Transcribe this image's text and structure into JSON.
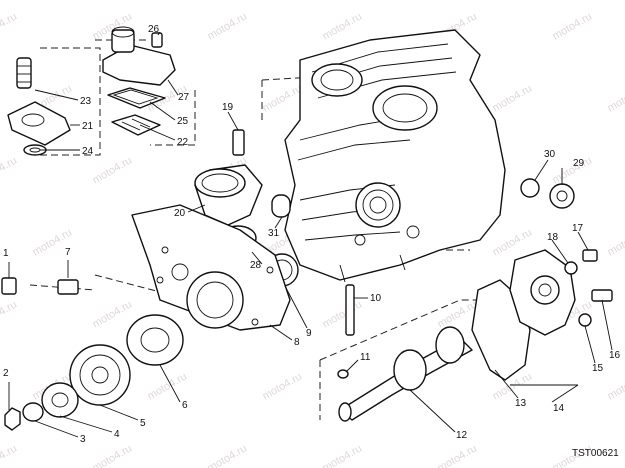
{
  "watermark_text": "moto4.ru",
  "drawing_code": "TST00621",
  "callouts": [
    "1",
    "2",
    "3",
    "4",
    "5",
    "6",
    "7",
    "8",
    "9",
    "10",
    "11",
    "12",
    "13",
    "14",
    "15",
    "16",
    "17",
    "18",
    "19",
    "20",
    "21",
    "22",
    "23",
    "24",
    "25",
    "26",
    "27",
    "28",
    "29",
    "30",
    "31"
  ],
  "colors": {
    "line": "#111111",
    "background": "#ffffff",
    "watermark": "#c9b9b9"
  }
}
